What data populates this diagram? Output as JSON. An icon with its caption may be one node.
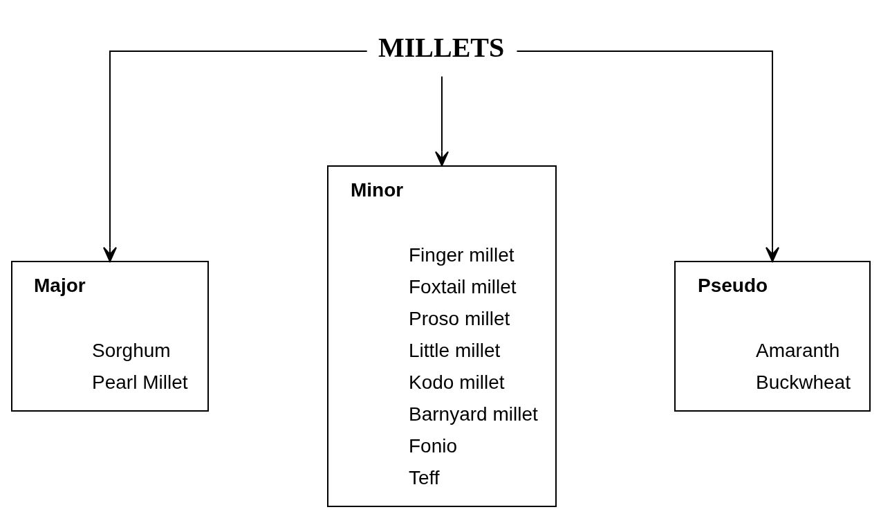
{
  "diagram": {
    "nodes": [
      {
        "text": [
          "MILLETS"
        ]
      },
      {
        "text": [
          "Major",
          "Sorghum",
          "Pearl Millet"
        ]
      },
      {
        "text": [
          "Minor",
          "Finger millet",
          "Foxtail millet",
          "Proso millet",
          "Little millet",
          "Kodo millet",
          "Barnyard millet",
          "Fonio",
          "Teff"
        ]
      },
      {
        "text": [
          "Pseudo",
          "Amaranth",
          "Buckwheat"
        ]
      }
    ],
    "edges": [
      {
        "from": 0,
        "to": 1,
        "arrow": "to"
      },
      {
        "from": 0,
        "to": 2,
        "arrow": "to"
      },
      {
        "from": 0,
        "to": 3,
        "arrow": "to"
      }
    ]
  }
}
